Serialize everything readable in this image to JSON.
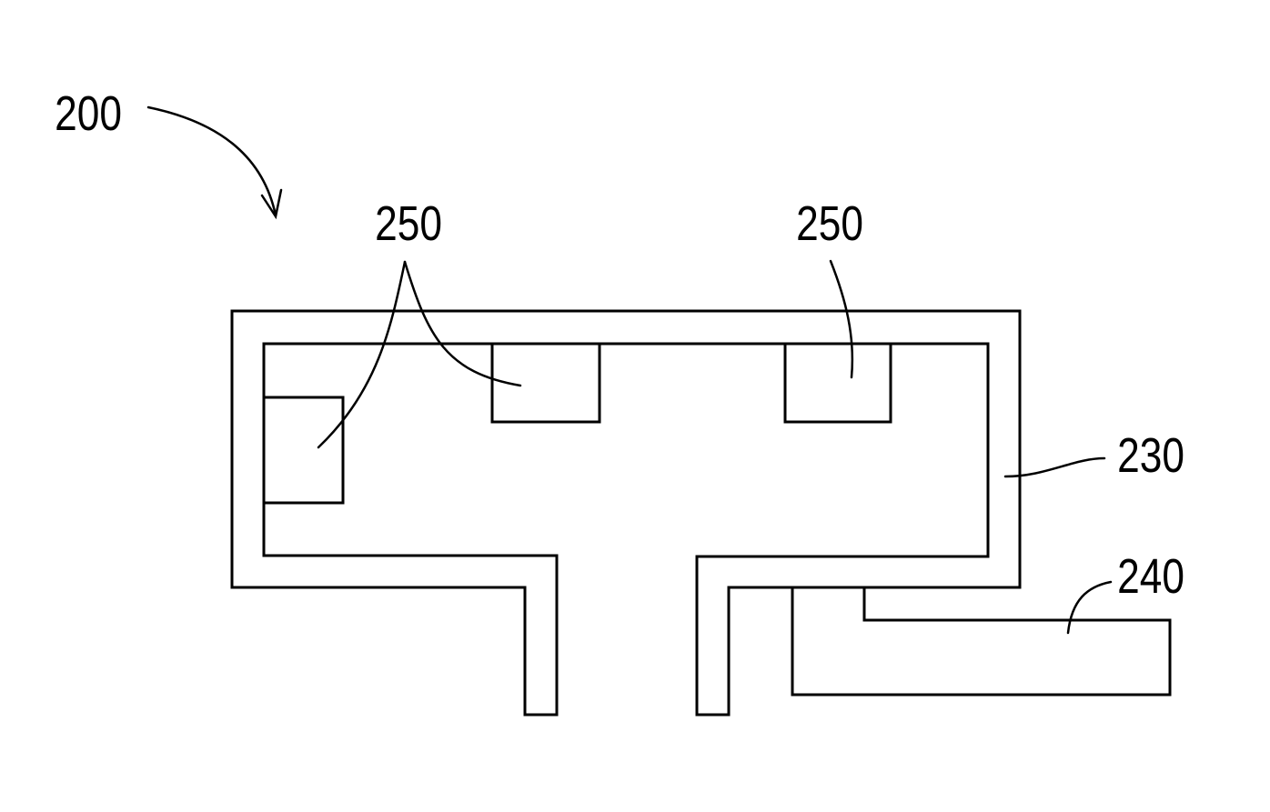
{
  "figure": {
    "labels": {
      "device": "200",
      "element_250_left": "250",
      "element_250_right": "250",
      "element_230": "230",
      "element_240": "240"
    }
  }
}
